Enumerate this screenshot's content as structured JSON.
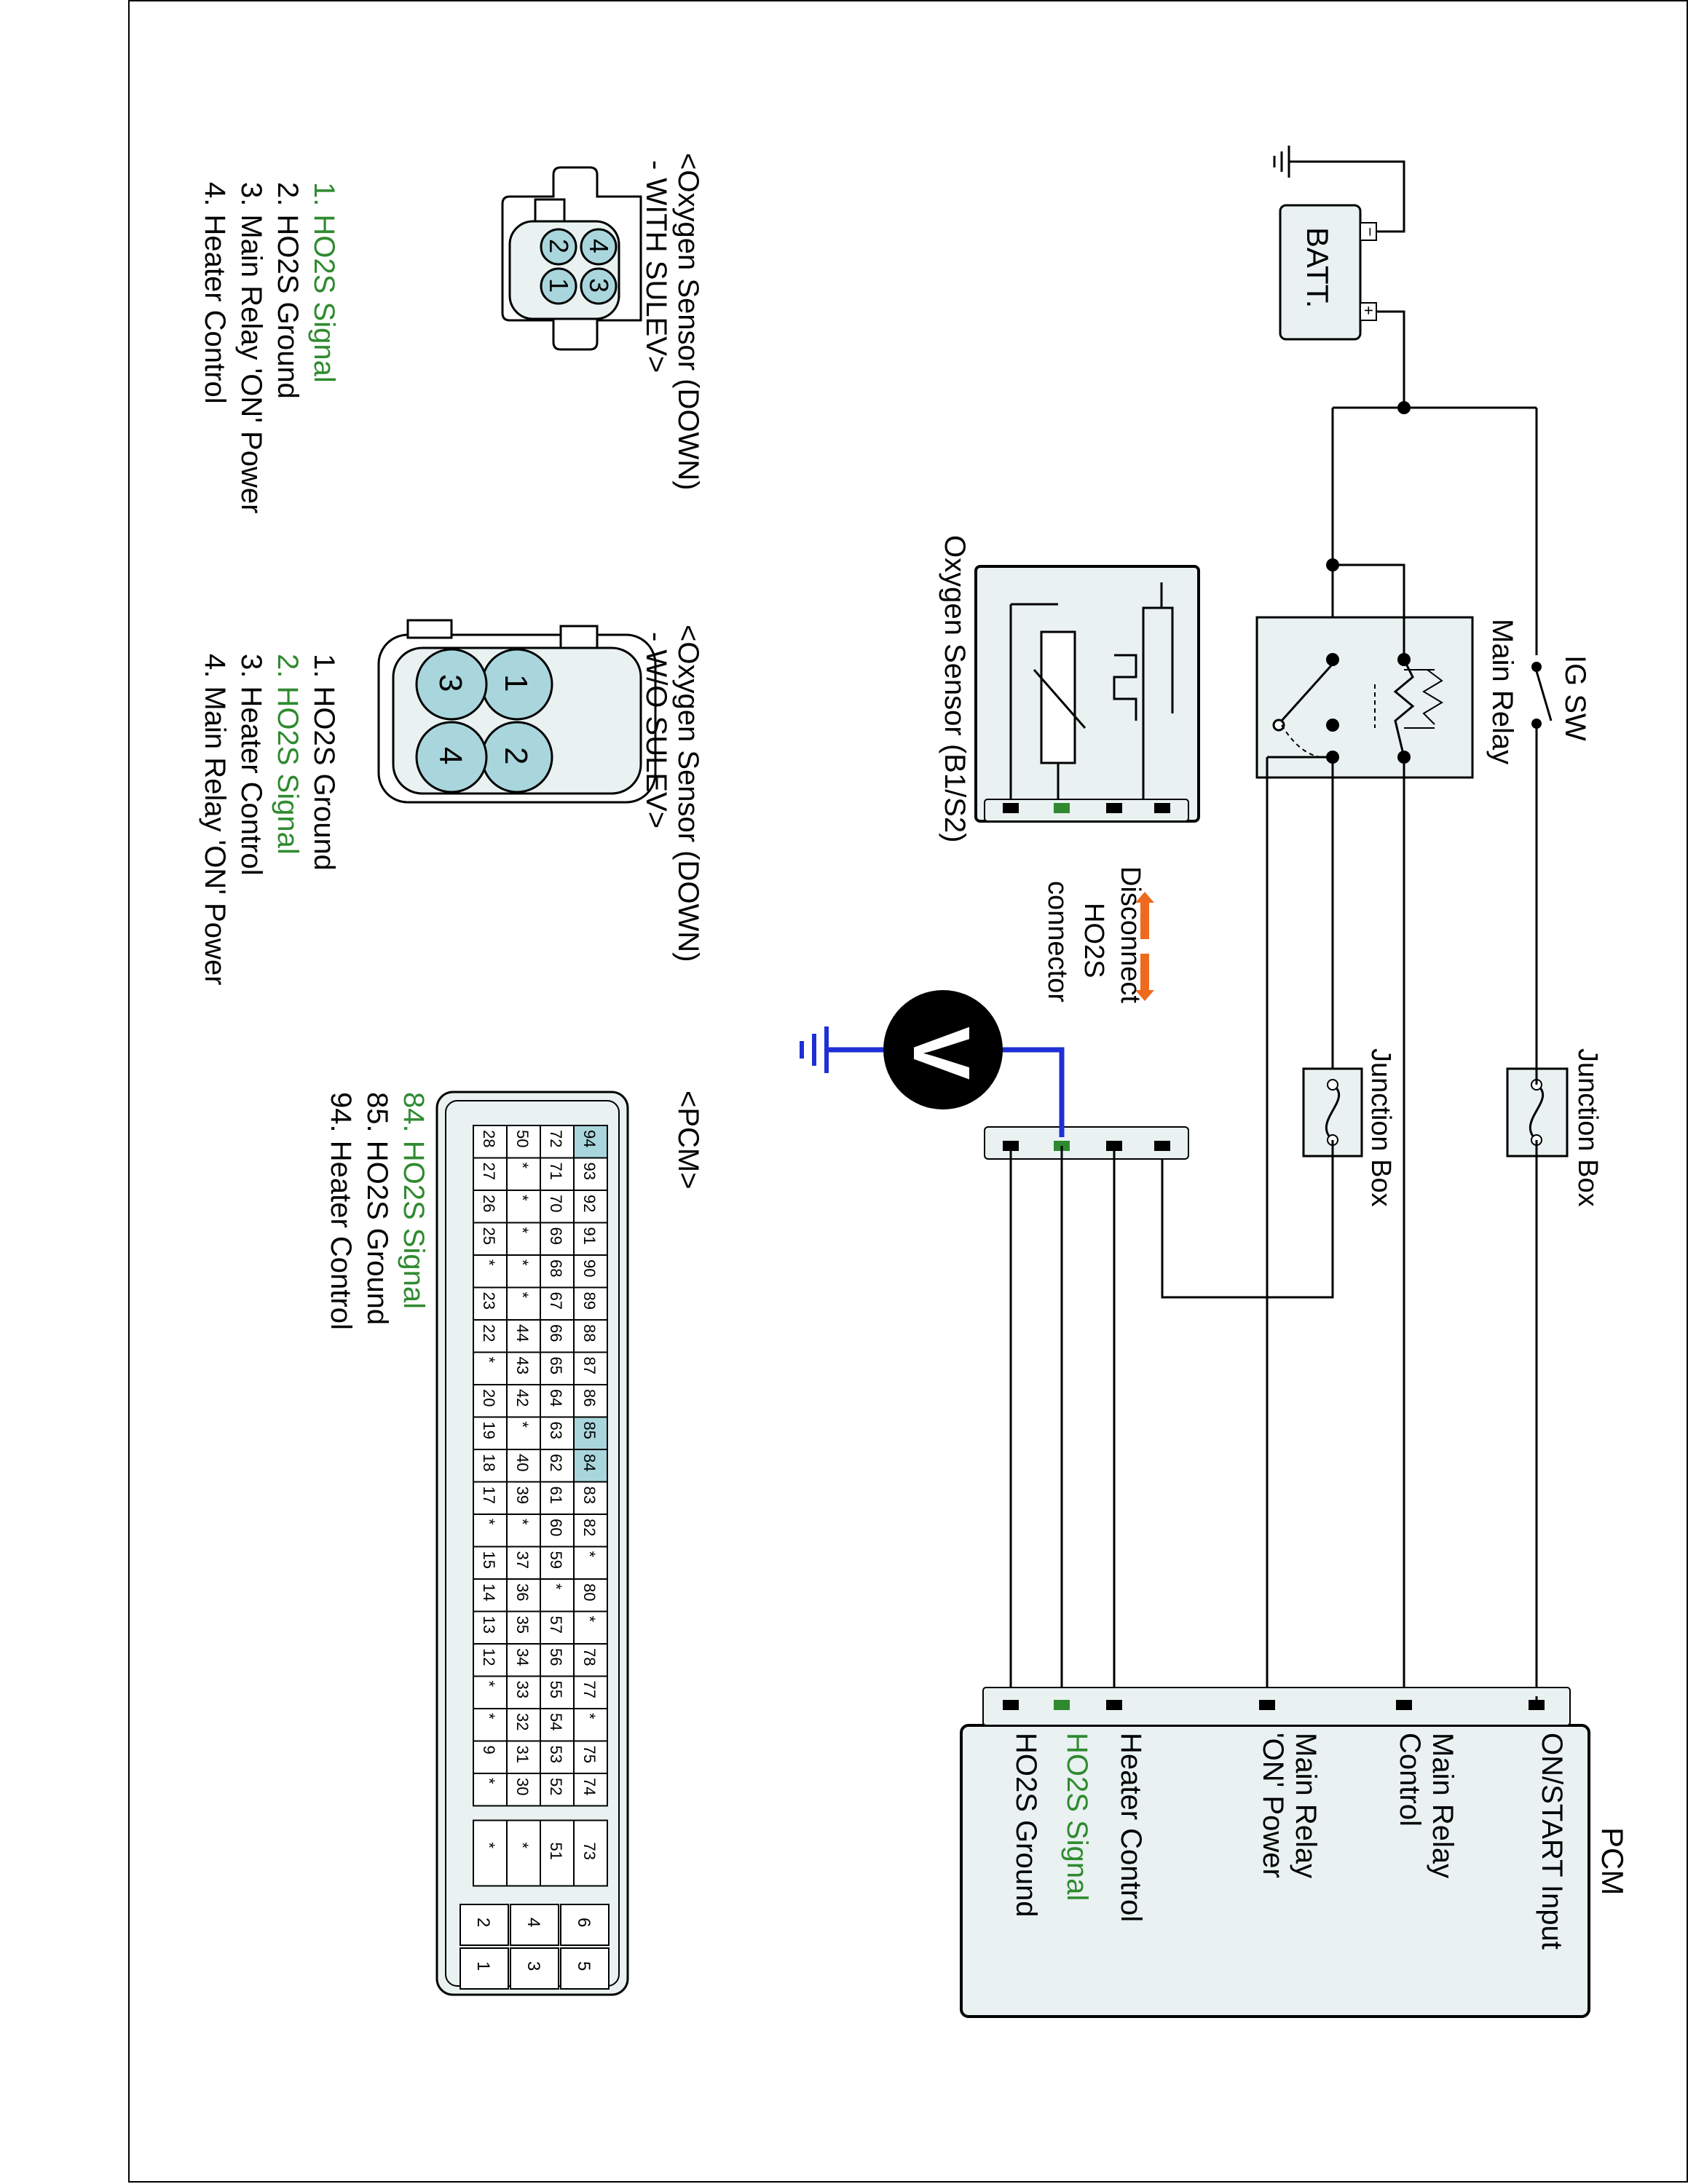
{
  "labels": {
    "batt": "BATT.",
    "batt_minus": "−",
    "batt_plus": "+",
    "ig_sw": "IG SW",
    "main_relay": "Main Relay",
    "junction_box_1": "Junction Box",
    "junction_box_2": "Junction Box",
    "oxygen_sensor": "Oxygen Sensor (B1/S2)",
    "disconnect_line1": "Disconnect",
    "disconnect_line2": "HO2S",
    "disconnect_line3": "connector",
    "voltmeter": "V",
    "pcm_title": "PCM",
    "pcm_pins": [
      "ON/START Input",
      "Main Relay",
      "Control",
      "Main Relay",
      "'ON' Power",
      "Heater Control",
      "HO2S  Signal",
      "HO2S  Ground"
    ]
  },
  "connectors": {
    "with_sulev": {
      "title_line1": "<Oxygen Sensor (DOWN)",
      "title_line2": "- WITH SULEV>",
      "pins": [
        {
          "text": "1. HO2S  Signal",
          "highlight": true
        },
        {
          "text": "2. HO2S  Ground",
          "highlight": false
        },
        {
          "text": "3. Main Relay  'ON' Power",
          "highlight": false
        },
        {
          "text": "4. Heater Control",
          "highlight": false
        }
      ]
    },
    "wo_sulev": {
      "title_line1": "<Oxygen Sensor (DOWN)",
      "title_line2": "- W/O SULEV>",
      "pins": [
        {
          "text": "1. HO2S  Ground",
          "highlight": false
        },
        {
          "text": "2. HO2S  Signal",
          "highlight": true
        },
        {
          "text": "3. Heater Control",
          "highlight": false
        },
        {
          "text": "4. Main Relay  'ON' Power",
          "highlight": false
        }
      ]
    },
    "pcm": {
      "title": "<PCM>",
      "pins": [
        {
          "text": "84. HO2S  Signal",
          "highlight": true
        },
        {
          "text": "85. HO2S  Ground",
          "highlight": false
        },
        {
          "text": "94. Heater Control",
          "highlight": false
        }
      ],
      "grid_rows": [
        [
          "94",
          "93",
          "92",
          "91",
          "90",
          "89",
          "88",
          "87",
          "86",
          "85",
          "84",
          "83",
          "82",
          "*",
          "80",
          "*",
          "78",
          "77",
          "*",
          "75",
          "74"
        ],
        [
          "72",
          "71",
          "70",
          "69",
          "68",
          "67",
          "66",
          "65",
          "64",
          "63",
          "62",
          "61",
          "60",
          "59",
          "*",
          "57",
          "56",
          "55",
          "54",
          "53",
          "52"
        ],
        [
          "50",
          "*",
          "*",
          "*",
          "*",
          "*",
          "44",
          "43",
          "42",
          "*",
          "40",
          "39",
          "*",
          "37",
          "36",
          "35",
          "34",
          "33",
          "32",
          "31",
          "30"
        ],
        [
          "28",
          "27",
          "26",
          "25",
          "*",
          "23",
          "22",
          "*",
          "20",
          "19",
          "18",
          "17",
          "*",
          "15",
          "14",
          "13",
          "12",
          "*",
          "*",
          "9",
          "*"
        ]
      ],
      "highlighted": [
        "94",
        "85",
        "84"
      ],
      "side_col": [
        "73",
        "51",
        "*",
        "*"
      ],
      "small_grid": [
        [
          "6",
          "5"
        ],
        [
          "4",
          "3"
        ],
        [
          "2",
          "1"
        ]
      ]
    }
  },
  "small_pin_labels": {
    "with_sulev": [
      "2",
      "1",
      "4",
      "3"
    ],
    "wo_sulev": [
      "1",
      "2",
      "3",
      "4"
    ]
  },
  "colors": {
    "highlight_text": "#2f8a2f",
    "signal_wire": "#1f2fd6",
    "arrow": "#ee6a1e",
    "pin_fill": "#a9d6dd",
    "box_fill": "#e9f1f1",
    "grid_highlight": "#a9d6dd"
  }
}
